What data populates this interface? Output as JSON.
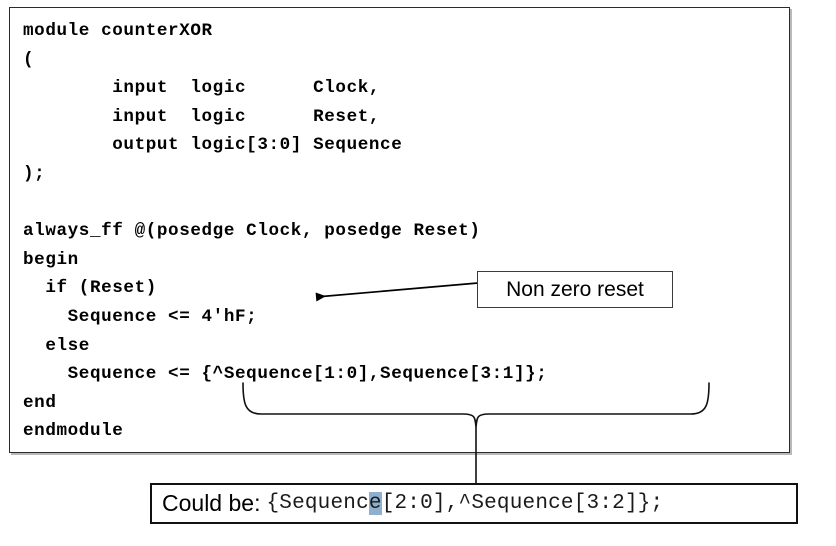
{
  "code": {
    "language": "SystemVerilog",
    "lines": [
      "module counterXOR",
      "(",
      "        input  logic      Clock,",
      "        input  logic      Reset,",
      "        output logic[3:0] Sequence",
      ");",
      "",
      "always_ff @(posedge Clock, posedge Reset)",
      "begin",
      "  if (Reset)",
      "    Sequence <= 4'hF;",
      "  else",
      "    Sequence <= {^Sequence[1:0],Sequence[3:1]};",
      "end",
      "endmodule"
    ]
  },
  "annotations": {
    "reset_callout": {
      "label": "Non zero reset",
      "arrow_icon": "left-arrow-icon"
    },
    "concat_brace": {
      "icon": "horizontal-brace-icon"
    },
    "could_be_callout": {
      "prefix": "Could be:",
      "code_before": "{Sequenc",
      "code_highlight": "e",
      "code_after": "[2:0],^Sequence[3:2]};",
      "highlight_color": "#8fb0cc"
    }
  },
  "colors": {
    "code_text": "#000000",
    "code_border": "#2b2b2b",
    "callout_border": "#3a3a3a",
    "could_be_border": "#111111",
    "background": "#ffffff"
  }
}
